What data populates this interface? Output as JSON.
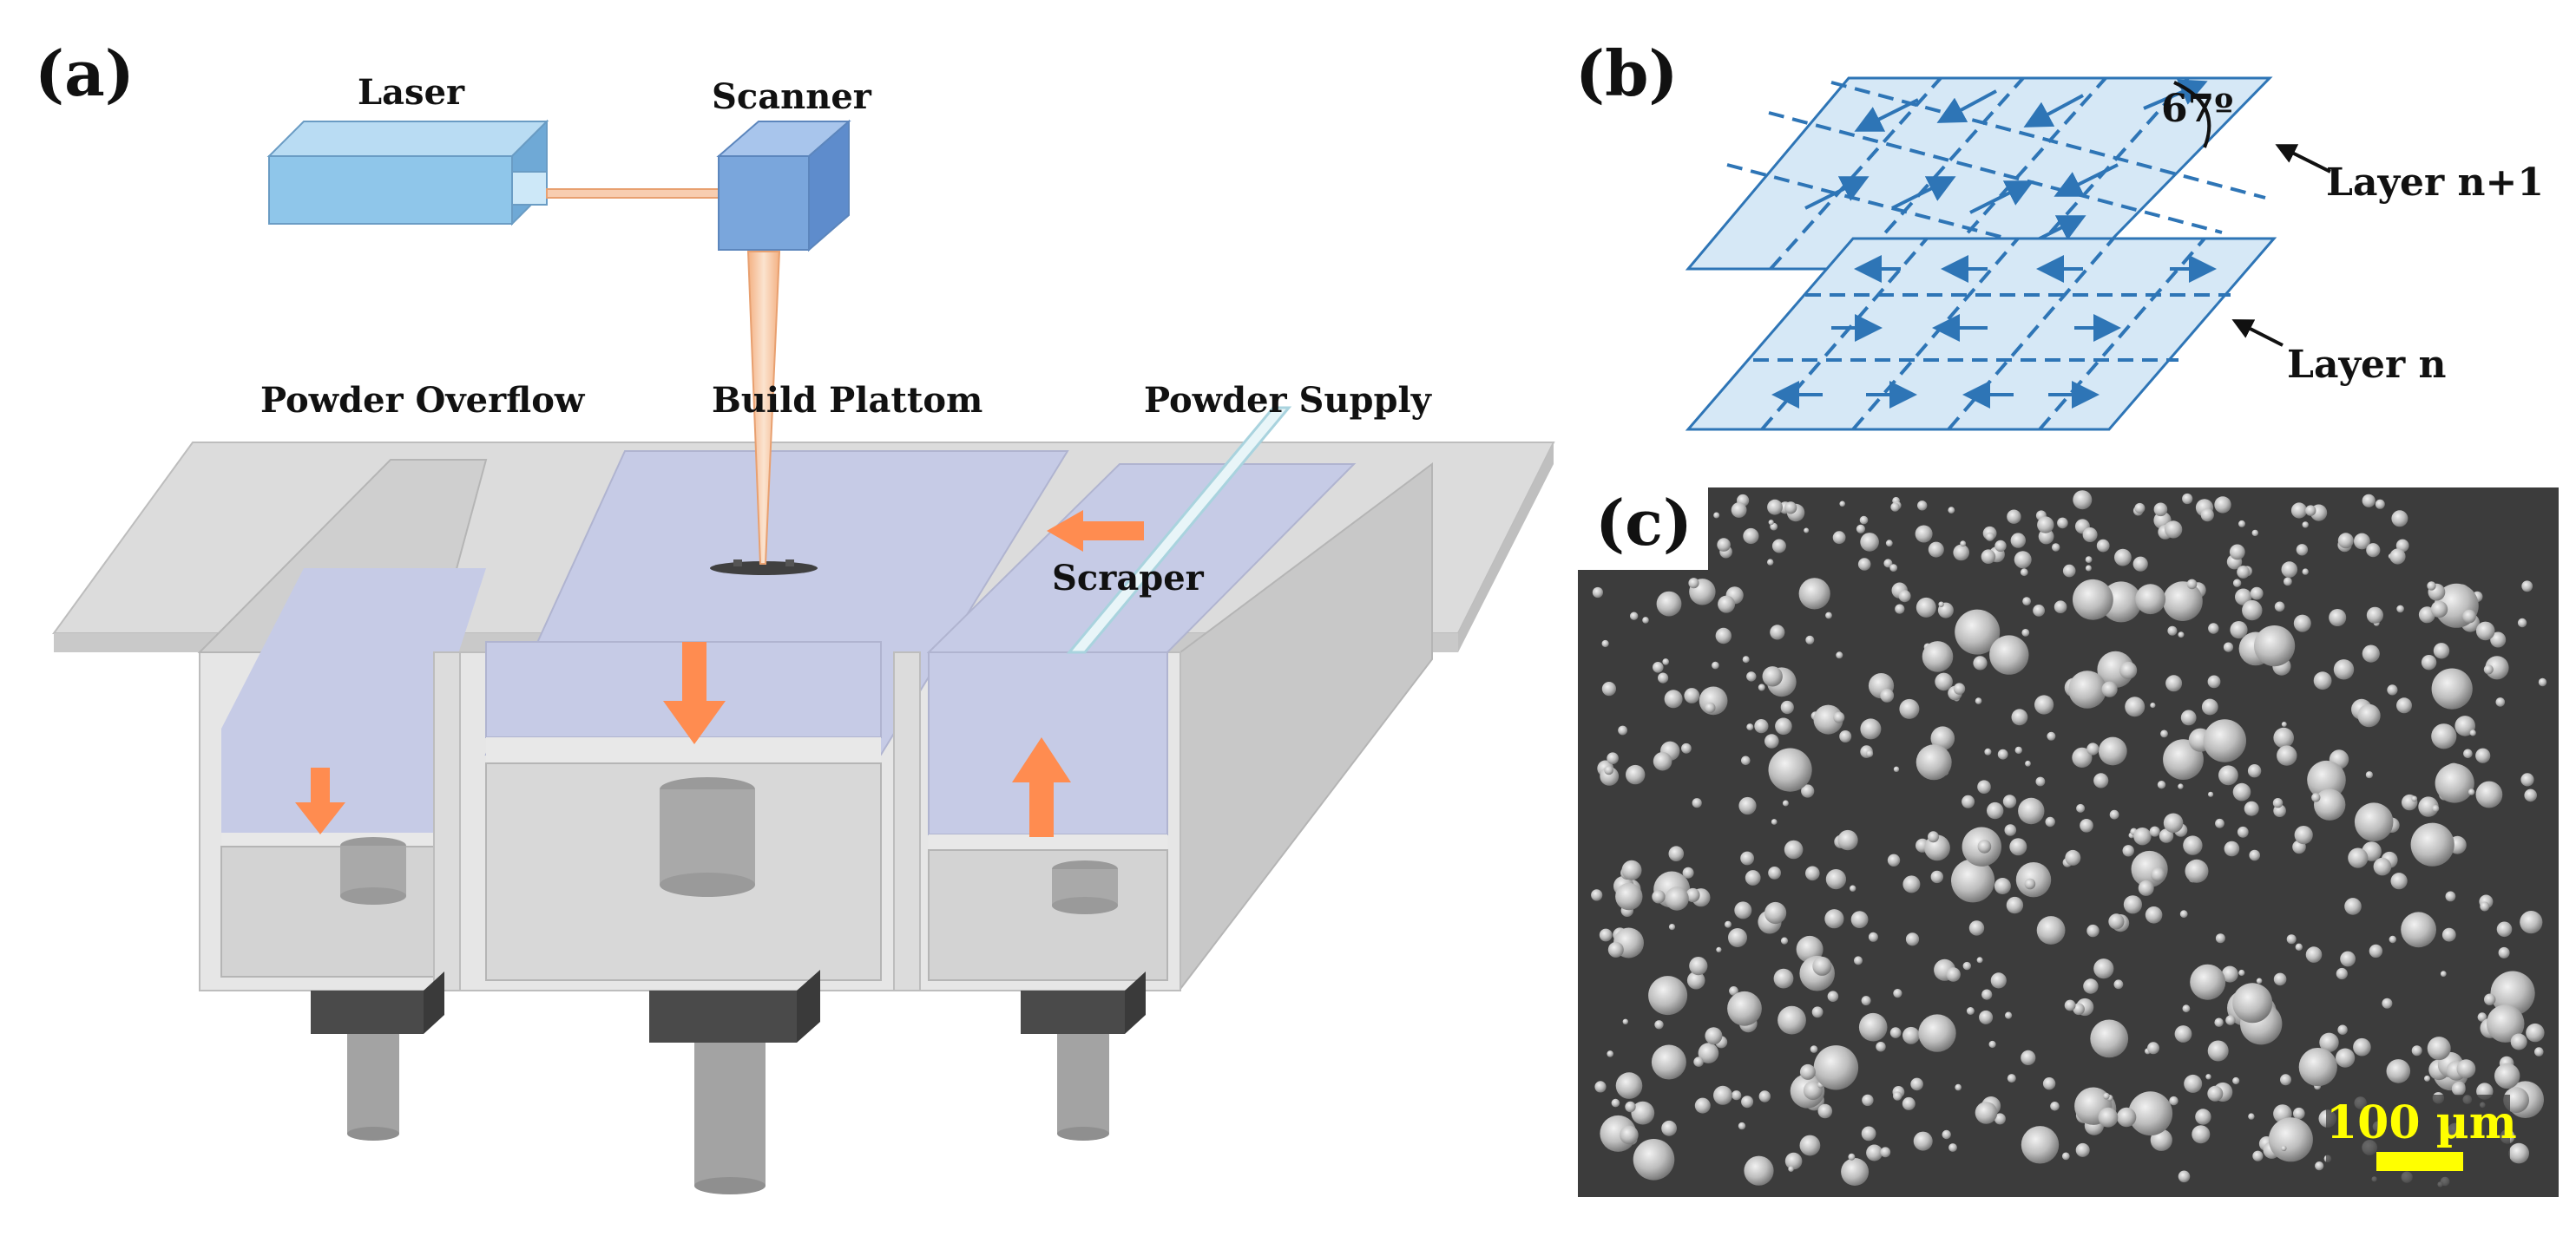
{
  "panels": {
    "a": {
      "label": "(a)"
    },
    "b": {
      "label": "(b)"
    },
    "c": {
      "label": "(c)"
    }
  },
  "labels": {
    "laser": "Laser",
    "scanner": "Scanner",
    "powder_overflow": "Powder Overflow",
    "build_platform": "Build Plattom",
    "powder_supply": "Powder Supply",
    "scraper": "Scraper"
  },
  "panel_b": {
    "angle": "67º",
    "layer_top": "Layer n+1",
    "layer_bottom": "Layer n"
  },
  "panel_c": {
    "scale_bar": "100 µm"
  },
  "colors": {
    "laser_box": "#8fc6ea",
    "scanner_box": "#7aa6dc",
    "beam": "#f4b183",
    "machine_gray": "#d9d9d9",
    "powder": "#c6cbe6",
    "arrow": "#ff8c50",
    "layer_fill": "#d6e8f6",
    "layer_line": "#2e75b6",
    "sem_bg": "#3c3c3c",
    "scale": "#ffff00"
  }
}
